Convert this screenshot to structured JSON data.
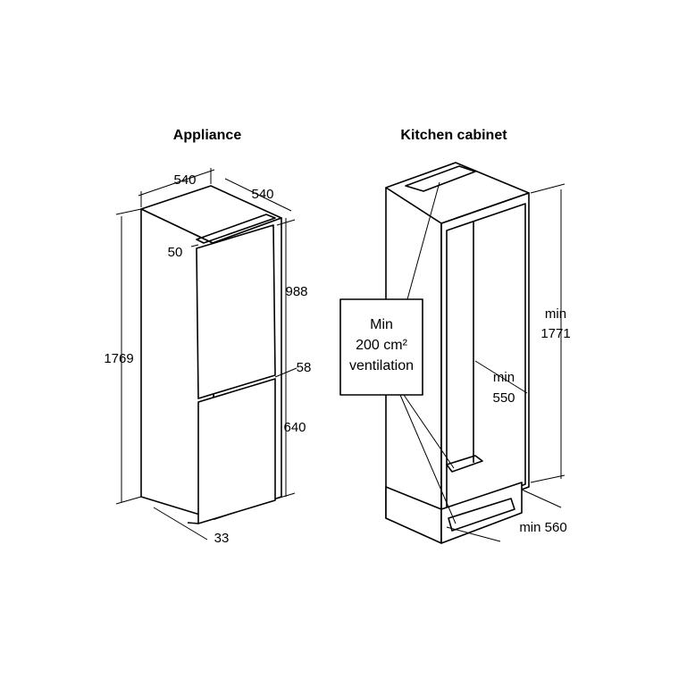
{
  "titles": {
    "appliance": "Appliance",
    "cabinet": "Kitchen cabinet"
  },
  "appliance_dims": {
    "width": "540",
    "depth": "540",
    "height": "1769",
    "top_gap": "50",
    "upper_door": "988",
    "middle_gap": "58",
    "lower_door": "640",
    "bottom_gap": "33"
  },
  "cabinet_dims": {
    "ventilation_line1": "Min",
    "ventilation_line2": "200 cm²",
    "ventilation_line3": "ventilation",
    "height_line1": "min",
    "height_line2": "1771",
    "width_line1": "min",
    "width_line2": "550",
    "depth": "min 560"
  }
}
